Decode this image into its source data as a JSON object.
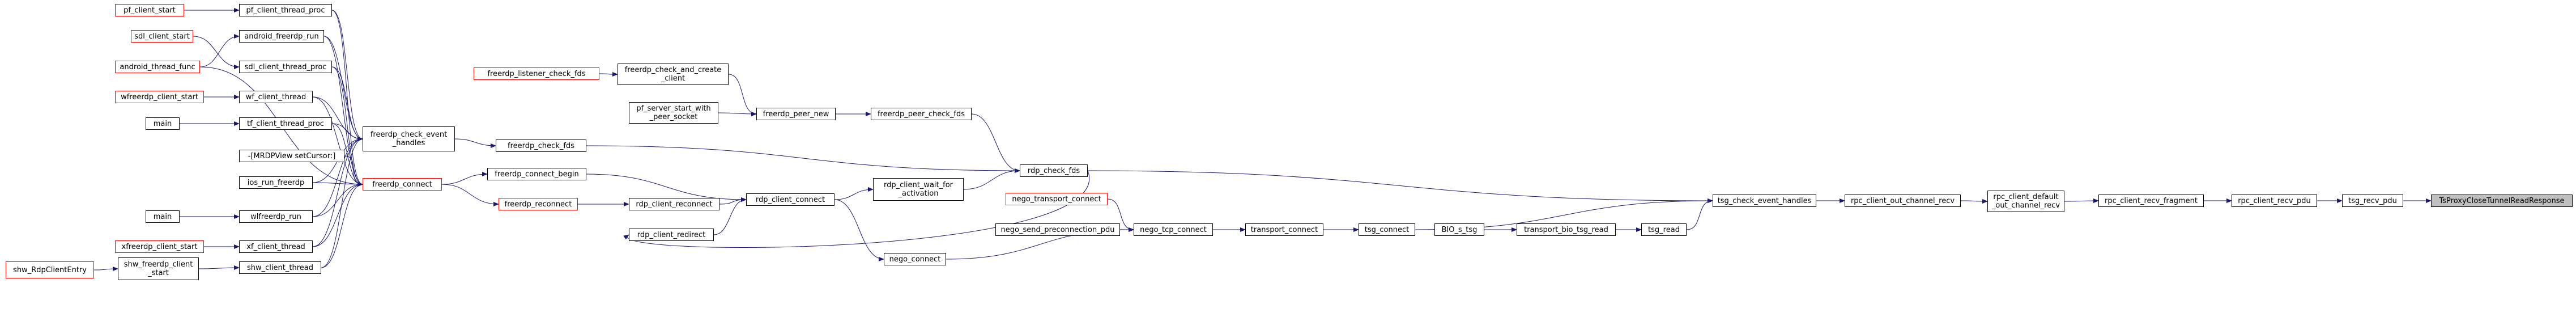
{
  "diagram": {
    "type": "call-graph",
    "colors": {
      "edge": "#191970",
      "link_border": "#ff0000",
      "node_border": "#000000",
      "root_fill": "#bfbfbf"
    },
    "nodes": {
      "pf_client_start": {
        "label": "pf_client_start",
        "style": "red"
      },
      "pf_client_thread_proc": {
        "label": "pf_client_thread_proc",
        "style": "black"
      },
      "sdl_client_start": {
        "label": "sdl_client_start",
        "style": "red"
      },
      "android_thread_func": {
        "label": "android_thread_func",
        "style": "red"
      },
      "android_freerdp_run": {
        "label": "android_freerdp_run",
        "style": "black"
      },
      "sdl_client_thread_proc": {
        "label": "sdl_client_thread_proc",
        "style": "black"
      },
      "wfreerdp_client_start": {
        "label": "wfreerdp_client_start",
        "style": "red"
      },
      "wf_client_thread": {
        "label": "wf_client_thread",
        "style": "black"
      },
      "main_1": {
        "label": "main",
        "style": "black"
      },
      "tf_client_thread_proc": {
        "label": "tf_client_thread_proc",
        "style": "black"
      },
      "mrdp_setcursor": {
        "label": "-[MRDPView setCursor:]",
        "style": "black"
      },
      "ios_run_freerdp": {
        "label": "ios_run_freerdp",
        "style": "black"
      },
      "main_2": {
        "label": "main",
        "style": "black"
      },
      "wlfreerdp_run": {
        "label": "wlfreerdp_run",
        "style": "black"
      },
      "xfreerdp_client_start": {
        "label": "xfreerdp_client_start",
        "style": "red"
      },
      "xf_client_thread": {
        "label": "xf_client_thread",
        "style": "black"
      },
      "shw_rdpcliententry": {
        "label": "shw_RdpClientEntry",
        "style": "red"
      },
      "shw_freerdp_client_start": {
        "label": "shw_freerdp_client\n_start",
        "style": "black"
      },
      "shw_client_thread": {
        "label": "shw_client_thread",
        "style": "black"
      },
      "freerdp_check_event_handles": {
        "label": "freerdp_check_event\n_handles",
        "style": "black"
      },
      "freerdp_connect": {
        "label": "freerdp_connect",
        "style": "red"
      },
      "freerdp_listener_check_fds": {
        "label": "freerdp_listener_check_fds",
        "style": "red"
      },
      "freerdp_check_and_create_client": {
        "label": "freerdp_check_and_create\n_client",
        "style": "black"
      },
      "pf_server_start_with_peer_socket": {
        "label": "pf_server_start_with\n_peer_socket",
        "style": "black"
      },
      "freerdp_peer_new": {
        "label": "freerdp_peer_new",
        "style": "black"
      },
      "freerdp_peer_check_fds": {
        "label": "freerdp_peer_check_fds",
        "style": "black"
      },
      "freerdp_check_fds": {
        "label": "freerdp_check_fds",
        "style": "black"
      },
      "freerdp_connect_begin": {
        "label": "freerdp_connect_begin",
        "style": "black"
      },
      "freerdp_reconnect": {
        "label": "freerdp_reconnect",
        "style": "red"
      },
      "rdp_client_reconnect": {
        "label": "rdp_client_reconnect",
        "style": "black"
      },
      "rdp_client_redirect": {
        "label": "rdp_client_redirect",
        "style": "black"
      },
      "rdp_client_connect": {
        "label": "rdp_client_connect",
        "style": "black"
      },
      "rdp_client_wait_for_activation": {
        "label": "rdp_client_wait_for\n_activation",
        "style": "black"
      },
      "rdp_check_fds": {
        "label": "rdp_check_fds",
        "style": "black"
      },
      "nego_transport_connect": {
        "label": "nego_transport_connect",
        "style": "red"
      },
      "nego_send_preconnection_pdu": {
        "label": "nego_send_preconnection_pdu",
        "style": "black"
      },
      "nego_connect": {
        "label": "nego_connect",
        "style": "black"
      },
      "nego_tcp_connect": {
        "label": "nego_tcp_connect",
        "style": "black"
      },
      "transport_connect": {
        "label": "transport_connect",
        "style": "black"
      },
      "tsg_connect": {
        "label": "tsg_connect",
        "style": "black"
      },
      "bio_s_tsg": {
        "label": "BIO_s_tsg",
        "style": "black"
      },
      "transport_bio_tsg_read": {
        "label": "transport_bio_tsg_read",
        "style": "black"
      },
      "tsg_read": {
        "label": "tsg_read",
        "style": "black"
      },
      "tsg_check_event_handles": {
        "label": "tsg_check_event_handles",
        "style": "black"
      },
      "rpc_client_out_channel_recv": {
        "label": "rpc_client_out_channel_recv",
        "style": "black"
      },
      "rpc_client_default_out_channel_recv": {
        "label": "rpc_client_default\n_out_channel_recv",
        "style": "black"
      },
      "rpc_client_recv_fragment": {
        "label": "rpc_client_recv_fragment",
        "style": "black"
      },
      "rpc_client_recv_pdu": {
        "label": "rpc_client_recv_pdu",
        "style": "black"
      },
      "tsg_recv_pdu": {
        "label": "tsg_recv_pdu",
        "style": "black"
      },
      "tsproxyclosetunnelreadresponse": {
        "label": "TsProxyCloseTunnelReadResponse",
        "style": "root"
      }
    },
    "edges": [
      [
        "pf_client_start",
        "pf_client_thread_proc"
      ],
      [
        "pf_client_thread_proc",
        "freerdp_check_event_handles"
      ],
      [
        "pf_client_thread_proc",
        "freerdp_connect"
      ],
      [
        "sdl_client_start",
        "sdl_client_thread_proc"
      ],
      [
        "android_thread_func",
        "android_freerdp_run"
      ],
      [
        "android_thread_func",
        "freerdp_connect"
      ],
      [
        "android_freerdp_run",
        "freerdp_check_event_handles"
      ],
      [
        "android_freerdp_run",
        "freerdp_connect"
      ],
      [
        "sdl_client_thread_proc",
        "freerdp_check_event_handles"
      ],
      [
        "sdl_client_thread_proc",
        "freerdp_connect"
      ],
      [
        "wfreerdp_client_start",
        "wf_client_thread"
      ],
      [
        "wf_client_thread",
        "freerdp_check_event_handles"
      ],
      [
        "wf_client_thread",
        "freerdp_connect"
      ],
      [
        "main_1",
        "tf_client_thread_proc"
      ],
      [
        "tf_client_thread_proc",
        "freerdp_check_event_handles"
      ],
      [
        "tf_client_thread_proc",
        "freerdp_connect"
      ],
      [
        "mrdp_setcursor",
        "freerdp_connect"
      ],
      [
        "ios_run_freerdp",
        "freerdp_check_event_handles"
      ],
      [
        "ios_run_freerdp",
        "freerdp_connect"
      ],
      [
        "main_2",
        "wlfreerdp_run"
      ],
      [
        "wlfreerdp_run",
        "freerdp_check_event_handles"
      ],
      [
        "wlfreerdp_run",
        "freerdp_connect"
      ],
      [
        "xfreerdp_client_start",
        "xf_client_thread"
      ],
      [
        "xf_client_thread",
        "freerdp_check_event_handles"
      ],
      [
        "xf_client_thread",
        "freerdp_connect"
      ],
      [
        "shw_rdpcliententry",
        "shw_freerdp_client_start"
      ],
      [
        "shw_freerdp_client_start",
        "shw_client_thread"
      ],
      [
        "shw_client_thread",
        "freerdp_check_event_handles"
      ],
      [
        "shw_client_thread",
        "freerdp_connect"
      ],
      [
        "freerdp_check_event_handles",
        "freerdp_check_fds"
      ],
      [
        "freerdp_connect",
        "freerdp_connect_begin"
      ],
      [
        "freerdp_connect",
        "freerdp_reconnect"
      ],
      [
        "freerdp_listener_check_fds",
        "freerdp_check_and_create_client"
      ],
      [
        "freerdp_check_and_create_client",
        "freerdp_peer_new"
      ],
      [
        "pf_server_start_with_peer_socket",
        "freerdp_peer_new"
      ],
      [
        "freerdp_peer_new",
        "freerdp_peer_check_fds"
      ],
      [
        "freerdp_peer_check_fds",
        "rdp_check_fds"
      ],
      [
        "freerdp_check_fds",
        "rdp_check_fds"
      ],
      [
        "freerdp_connect_begin",
        "rdp_client_connect"
      ],
      [
        "freerdp_reconnect",
        "rdp_client_reconnect"
      ],
      [
        "rdp_client_reconnect",
        "rdp_client_connect"
      ],
      [
        "rdp_client_redirect",
        "rdp_client_connect"
      ],
      [
        "rdp_client_connect",
        "rdp_client_wait_for_activation"
      ],
      [
        "rdp_client_connect",
        "nego_connect"
      ],
      [
        "rdp_client_wait_for_activation",
        "rdp_check_fds"
      ],
      [
        "rdp_check_fds",
        "rdp_client_redirect"
      ],
      [
        "rdp_check_fds",
        "tsg_check_event_handles"
      ],
      [
        "nego_transport_connect",
        "nego_tcp_connect"
      ],
      [
        "nego_send_preconnection_pdu",
        "nego_tcp_connect"
      ],
      [
        "nego_connect",
        "nego_tcp_connect"
      ],
      [
        "nego_tcp_connect",
        "transport_connect"
      ],
      [
        "transport_connect",
        "tsg_connect"
      ],
      [
        "tsg_connect",
        "tsg_check_event_handles"
      ],
      [
        "bio_s_tsg",
        "transport_bio_tsg_read"
      ],
      [
        "transport_bio_tsg_read",
        "tsg_read"
      ],
      [
        "tsg_read",
        "tsg_check_event_handles"
      ],
      [
        "tsg_check_event_handles",
        "rpc_client_out_channel_recv"
      ],
      [
        "rpc_client_out_channel_recv",
        "rpc_client_default_out_channel_recv"
      ],
      [
        "rpc_client_default_out_channel_recv",
        "rpc_client_recv_fragment"
      ],
      [
        "rpc_client_recv_fragment",
        "rpc_client_recv_pdu"
      ],
      [
        "rpc_client_recv_pdu",
        "tsg_recv_pdu"
      ],
      [
        "tsg_recv_pdu",
        "tsproxyclosetunnelreadresponse"
      ]
    ]
  }
}
